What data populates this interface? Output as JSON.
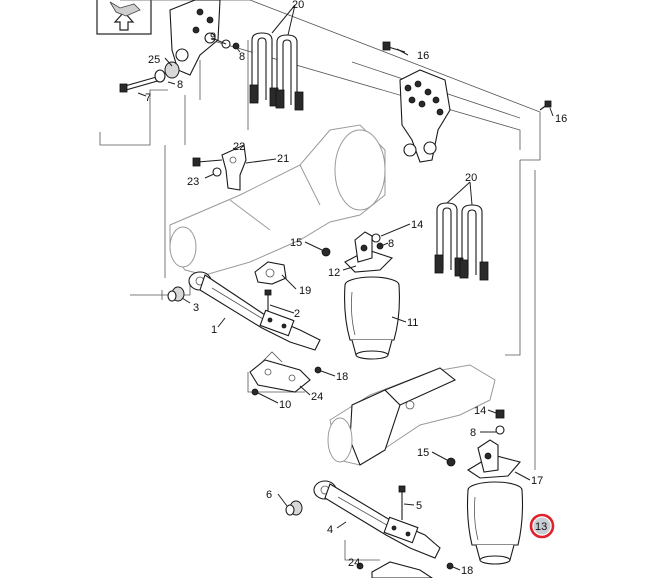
{
  "labels": {
    "l20a": "20",
    "l9": "9",
    "l8a": "8",
    "l25": "25",
    "l8b": "8",
    "l7": "7",
    "l16a": "16",
    "l16b": "16",
    "l22": "22",
    "l21": "21",
    "l23": "23",
    "l20b": "20",
    "l14a": "14",
    "l15a": "15",
    "l8c": "8",
    "l12": "12",
    "l19": "19",
    "l3": "3",
    "l2": "2",
    "l1": "1",
    "l11": "11",
    "l18a": "18",
    "l24a": "24",
    "l10": "10",
    "l14b": "14",
    "l8d": "8",
    "l15b": "15",
    "l17": "17",
    "l6": "6",
    "l5": "5",
    "l4": "4",
    "l13": "13",
    "l24b": "24",
    "l18b": "18"
  },
  "colors": {
    "highlight": "#e0202a",
    "ink": "#1a1a1a",
    "ghost": "#9a9a9a"
  },
  "icons": {
    "orientation": "up-arrow-icon"
  }
}
